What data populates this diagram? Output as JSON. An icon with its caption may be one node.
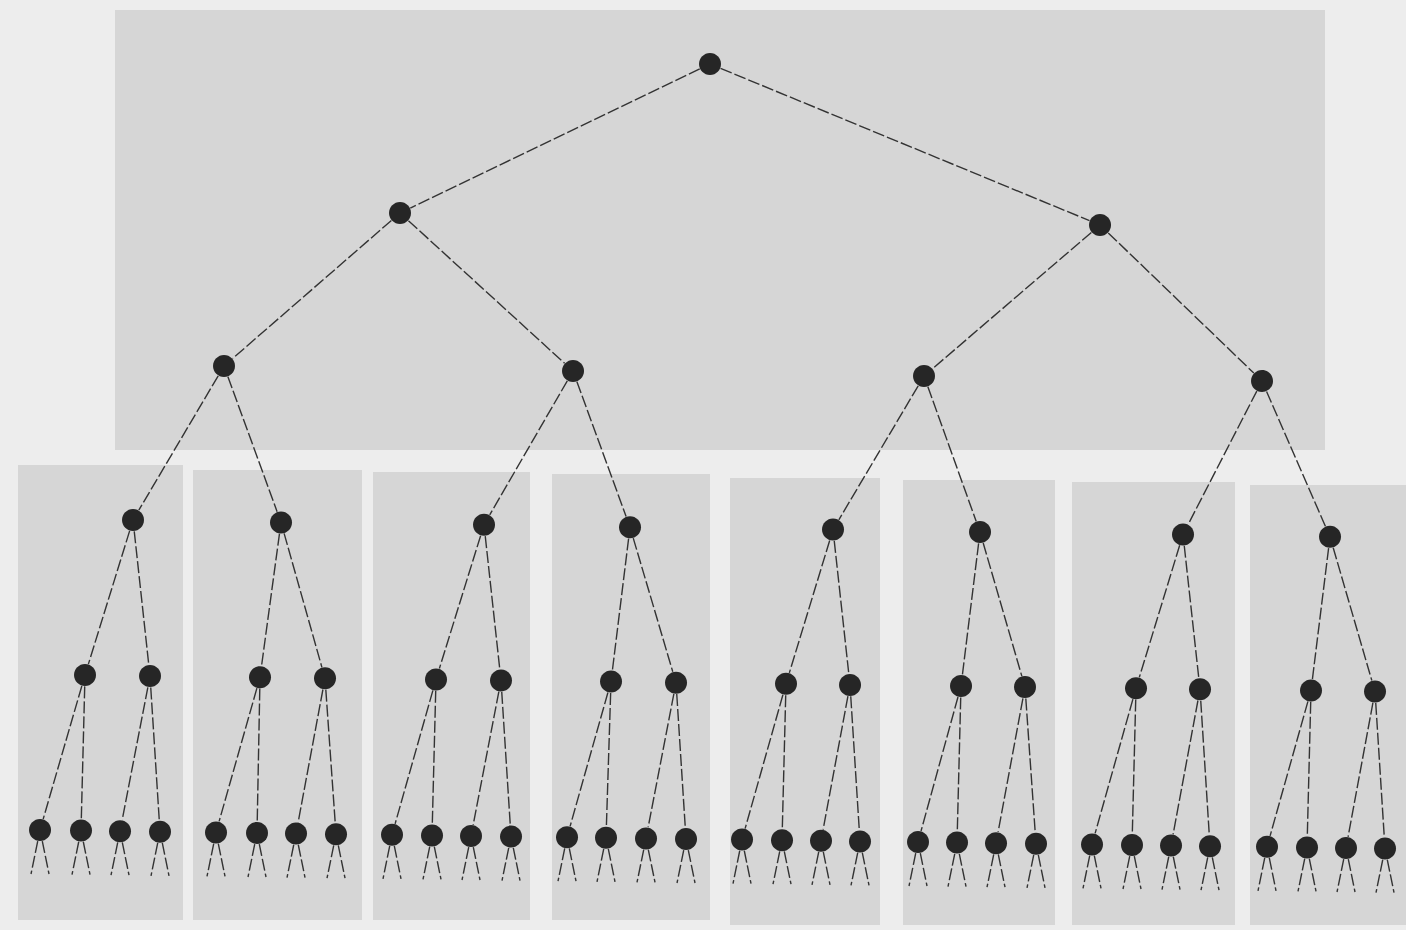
{
  "diagram": {
    "nodes": [
      {
        "text": [],
        "shape": "circle"
      },
      {
        "text": [],
        "shape": "circle"
      },
      {
        "text": [],
        "shape": "circle"
      },
      {
        "text": [],
        "shape": "circle"
      },
      {
        "text": [],
        "shape": "circle"
      },
      {
        "text": [],
        "shape": "circle"
      },
      {
        "text": [],
        "shape": "circle"
      },
      {
        "text": [],
        "shape": "circle"
      },
      {
        "text": [],
        "shape": "circle"
      },
      {
        "text": [],
        "shape": "circle"
      },
      {
        "text": [],
        "shape": "circle"
      },
      {
        "text": [],
        "shape": "circle"
      },
      {
        "text": [],
        "shape": "circle"
      },
      {
        "text": [],
        "shape": "circle"
      },
      {
        "text": [],
        "shape": "circle"
      },
      {
        "text": [],
        "shape": "circle"
      },
      {
        "text": [],
        "shape": "circle"
      },
      {
        "text": [],
        "shape": "circle"
      },
      {
        "text": [],
        "shape": "circle"
      },
      {
        "text": [],
        "shape": "circle"
      },
      {
        "text": [],
        "shape": "circle"
      },
      {
        "text": [],
        "shape": "circle"
      },
      {
        "text": [],
        "shape": "circle"
      },
      {
        "text": [],
        "shape": "circle"
      },
      {
        "text": [],
        "shape": "circle"
      },
      {
        "text": [],
        "shape": "circle"
      },
      {
        "text": [],
        "shape": "circle"
      },
      {
        "text": [],
        "shape": "circle"
      },
      {
        "text": [],
        "shape": "circle"
      },
      {
        "text": [],
        "shape": "circle"
      },
      {
        "text": [],
        "shape": "circle"
      },
      {
        "text": [],
        "shape": "circle"
      },
      {
        "text": [],
        "shape": "circle"
      },
      {
        "text": [],
        "shape": "circle"
      },
      {
        "text": [],
        "shape": "circle"
      },
      {
        "text": [],
        "shape": "circle"
      },
      {
        "text": [],
        "shape": "circle"
      },
      {
        "text": [],
        "shape": "circle"
      },
      {
        "text": [],
        "shape": "circle"
      },
      {
        "text": [],
        "shape": "circle"
      },
      {
        "text": [],
        "shape": "circle"
      },
      {
        "text": [],
        "shape": "circle"
      },
      {
        "text": [],
        "shape": "circle"
      },
      {
        "text": [],
        "shape": "circle"
      },
      {
        "text": [],
        "shape": "circle"
      },
      {
        "text": [],
        "shape": "circle"
      },
      {
        "text": [],
        "shape": "circle"
      },
      {
        "text": [],
        "shape": "circle"
      },
      {
        "text": [],
        "shape": "circle"
      },
      {
        "text": [],
        "shape": "circle"
      },
      {
        "text": [],
        "shape": "circle"
      },
      {
        "text": [],
        "shape": "circle"
      },
      {
        "text": [],
        "shape": "circle"
      },
      {
        "text": [],
        "shape": "circle"
      },
      {
        "text": [],
        "shape": "circle"
      },
      {
        "text": [],
        "shape": "circle"
      },
      {
        "text": [],
        "shape": "circle"
      },
      {
        "text": [],
        "shape": "circle"
      },
      {
        "text": [],
        "shape": "circle"
      },
      {
        "text": [],
        "shape": "circle"
      },
      {
        "text": [],
        "shape": "circle"
      },
      {
        "text": [],
        "shape": "circle"
      },
      {
        "text": [],
        "shape": "circle"
      }
    ],
    "edges": [
      {
        "from": 0,
        "to": 1,
        "arrow": "none"
      },
      {
        "from": 0,
        "to": 2,
        "arrow": "none"
      },
      {
        "from": 1,
        "to": 3,
        "arrow": "none"
      },
      {
        "from": 1,
        "to": 4,
        "arrow": "none"
      },
      {
        "from": 2,
        "to": 5,
        "arrow": "none"
      },
      {
        "from": 2,
        "to": 6,
        "arrow": "none"
      },
      {
        "from": 3,
        "to": 7,
        "arrow": "none"
      },
      {
        "from": 3,
        "to": 8,
        "arrow": "none"
      },
      {
        "from": 4,
        "to": 9,
        "arrow": "none"
      },
      {
        "from": 4,
        "to": 10,
        "arrow": "none"
      },
      {
        "from": 5,
        "to": 11,
        "arrow": "none"
      },
      {
        "from": 5,
        "to": 12,
        "arrow": "none"
      },
      {
        "from": 6,
        "to": 13,
        "arrow": "none"
      },
      {
        "from": 6,
        "to": 14,
        "arrow": "none"
      },
      {
        "from": 7,
        "to": 15,
        "arrow": "none"
      },
      {
        "from": 7,
        "to": 16,
        "arrow": "none"
      },
      {
        "from": 8,
        "to": 17,
        "arrow": "none"
      },
      {
        "from": 8,
        "to": 18,
        "arrow": "none"
      },
      {
        "from": 9,
        "to": 19,
        "arrow": "none"
      },
      {
        "from": 9,
        "to": 20,
        "arrow": "none"
      },
      {
        "from": 10,
        "to": 21,
        "arrow": "none"
      },
      {
        "from": 10,
        "to": 22,
        "arrow": "none"
      },
      {
        "from": 11,
        "to": 23,
        "arrow": "none"
      },
      {
        "from": 11,
        "to": 24,
        "arrow": "none"
      },
      {
        "from": 12,
        "to": 25,
        "arrow": "none"
      },
      {
        "from": 12,
        "to": 26,
        "arrow": "none"
      },
      {
        "from": 13,
        "to": 27,
        "arrow": "none"
      },
      {
        "from": 13,
        "to": 28,
        "arrow": "none"
      },
      {
        "from": 14,
        "to": 29,
        "arrow": "none"
      },
      {
        "from": 14,
        "to": 30,
        "arrow": "none"
      },
      {
        "from": 15,
        "to": 31,
        "arrow": "none"
      },
      {
        "from": 15,
        "to": 32,
        "arrow": "none"
      },
      {
        "from": 16,
        "to": 33,
        "arrow": "none"
      },
      {
        "from": 16,
        "to": 34,
        "arrow": "none"
      },
      {
        "from": 17,
        "to": 35,
        "arrow": "none"
      },
      {
        "from": 17,
        "to": 36,
        "arrow": "none"
      },
      {
        "from": 18,
        "to": 37,
        "arrow": "none"
      },
      {
        "from": 18,
        "to": 38,
        "arrow": "none"
      },
      {
        "from": 19,
        "to": 39,
        "arrow": "none"
      },
      {
        "from": 19,
        "to": 40,
        "arrow": "none"
      },
      {
        "from": 20,
        "to": 41,
        "arrow": "none"
      },
      {
        "from": 20,
        "to": 42,
        "arrow": "none"
      },
      {
        "from": 21,
        "to": 43,
        "arrow": "none"
      },
      {
        "from": 21,
        "to": 44,
        "arrow": "none"
      },
      {
        "from": 22,
        "to": 45,
        "arrow": "none"
      },
      {
        "from": 22,
        "to": 46,
        "arrow": "none"
      },
      {
        "from": 23,
        "to": 47,
        "arrow": "none"
      },
      {
        "from": 23,
        "to": 48,
        "arrow": "none"
      },
      {
        "from": 24,
        "to": 49,
        "arrow": "none"
      },
      {
        "from": 24,
        "to": 50,
        "arrow": "none"
      },
      {
        "from": 25,
        "to": 51,
        "arrow": "none"
      },
      {
        "from": 25,
        "to": 52,
        "arrow": "none"
      },
      {
        "from": 26,
        "to": 53,
        "arrow": "none"
      },
      {
        "from": 26,
        "to": 54,
        "arrow": "none"
      },
      {
        "from": 27,
        "to": 55,
        "arrow": "none"
      },
      {
        "from": 27,
        "to": 56,
        "arrow": "none"
      },
      {
        "from": 28,
        "to": 57,
        "arrow": "none"
      },
      {
        "from": 28,
        "to": 58,
        "arrow": "none"
      },
      {
        "from": 29,
        "to": 59,
        "arrow": "none"
      },
      {
        "from": 29,
        "to": 60,
        "arrow": "none"
      },
      {
        "from": 30,
        "to": 61,
        "arrow": "none"
      },
      {
        "from": 30,
        "to": 62,
        "arrow": "none"
      },
      {
        "from": 31,
        "to": null,
        "arrow": "none"
      },
      {
        "from": 31,
        "to": null,
        "arrow": "none"
      },
      {
        "from": 32,
        "to": null,
        "arrow": "none"
      },
      {
        "from": 32,
        "to": null,
        "arrow": "none"
      },
      {
        "from": 33,
        "to": null,
        "arrow": "none"
      },
      {
        "from": 33,
        "to": null,
        "arrow": "none"
      },
      {
        "from": 34,
        "to": null,
        "arrow": "none"
      },
      {
        "from": 34,
        "to": null,
        "arrow": "none"
      },
      {
        "from": 35,
        "to": null,
        "arrow": "none"
      },
      {
        "from": 35,
        "to": null,
        "arrow": "none"
      },
      {
        "from": 36,
        "to": null,
        "arrow": "none"
      },
      {
        "from": 36,
        "to": null,
        "arrow": "none"
      },
      {
        "from": 37,
        "to": null,
        "arrow": "none"
      },
      {
        "from": 37,
        "to": null,
        "arrow": "none"
      },
      {
        "from": 38,
        "to": null,
        "arrow": "none"
      },
      {
        "from": 38,
        "to": null,
        "arrow": "none"
      },
      {
        "from": 39,
        "to": null,
        "arrow": "none"
      },
      {
        "from": 39,
        "to": null,
        "arrow": "none"
      },
      {
        "from": 40,
        "to": null,
        "arrow": "none"
      },
      {
        "from": 40,
        "to": null,
        "arrow": "none"
      },
      {
        "from": 41,
        "to": null,
        "arrow": "none"
      },
      {
        "from": 41,
        "to": null,
        "arrow": "none"
      },
      {
        "from": 42,
        "to": null,
        "arrow": "none"
      },
      {
        "from": 42,
        "to": null,
        "arrow": "none"
      },
      {
        "from": 43,
        "to": null,
        "arrow": "none"
      },
      {
        "from": 43,
        "to": null,
        "arrow": "none"
      },
      {
        "from": 44,
        "to": null,
        "arrow": "none"
      },
      {
        "from": 44,
        "to": null,
        "arrow": "none"
      },
      {
        "from": 45,
        "to": null,
        "arrow": "none"
      },
      {
        "from": 45,
        "to": null,
        "arrow": "none"
      },
      {
        "from": 46,
        "to": null,
        "arrow": "none"
      },
      {
        "from": 46,
        "to": null,
        "arrow": "none"
      },
      {
        "from": 47,
        "to": null,
        "arrow": "none"
      },
      {
        "from": 47,
        "to": null,
        "arrow": "none"
      },
      {
        "from": 48,
        "to": null,
        "arrow": "none"
      },
      {
        "from": 48,
        "to": null,
        "arrow": "none"
      },
      {
        "from": 49,
        "to": null,
        "arrow": "none"
      },
      {
        "from": 49,
        "to": null,
        "arrow": "none"
      },
      {
        "from": 50,
        "to": null,
        "arrow": "none"
      },
      {
        "from": 50,
        "to": null,
        "arrow": "none"
      },
      {
        "from": 51,
        "to": null,
        "arrow": "none"
      },
      {
        "from": 51,
        "to": null,
        "arrow": "none"
      },
      {
        "from": 52,
        "to": null,
        "arrow": "none"
      },
      {
        "from": 52,
        "to": null,
        "arrow": "none"
      },
      {
        "from": 53,
        "to": null,
        "arrow": "none"
      },
      {
        "from": 53,
        "to": null,
        "arrow": "none"
      },
      {
        "from": 54,
        "to": null,
        "arrow": "none"
      },
      {
        "from": 54,
        "to": null,
        "arrow": "none"
      },
      {
        "from": 55,
        "to": null,
        "arrow": "none"
      },
      {
        "from": 55,
        "to": null,
        "arrow": "none"
      },
      {
        "from": 56,
        "to": null,
        "arrow": "none"
      },
      {
        "from": 56,
        "to": null,
        "arrow": "none"
      },
      {
        "from": 57,
        "to": null,
        "arrow": "none"
      },
      {
        "from": 57,
        "to": null,
        "arrow": "none"
      },
      {
        "from": 58,
        "to": null,
        "arrow": "none"
      },
      {
        "from": 58,
        "to": null,
        "arrow": "none"
      },
      {
        "from": 59,
        "to": null,
        "arrow": "none"
      },
      {
        "from": 59,
        "to": null,
        "arrow": "none"
      },
      {
        "from": 60,
        "to": null,
        "arrow": "none"
      },
      {
        "from": 60,
        "to": null,
        "arrow": "none"
      },
      {
        "from": 61,
        "to": null,
        "arrow": "none"
      },
      {
        "from": 61,
        "to": null,
        "arrow": "none"
      },
      {
        "from": 62,
        "to": null,
        "arrow": "none"
      },
      {
        "from": 62,
        "to": null,
        "arrow": "none"
      }
    ]
  }
}
